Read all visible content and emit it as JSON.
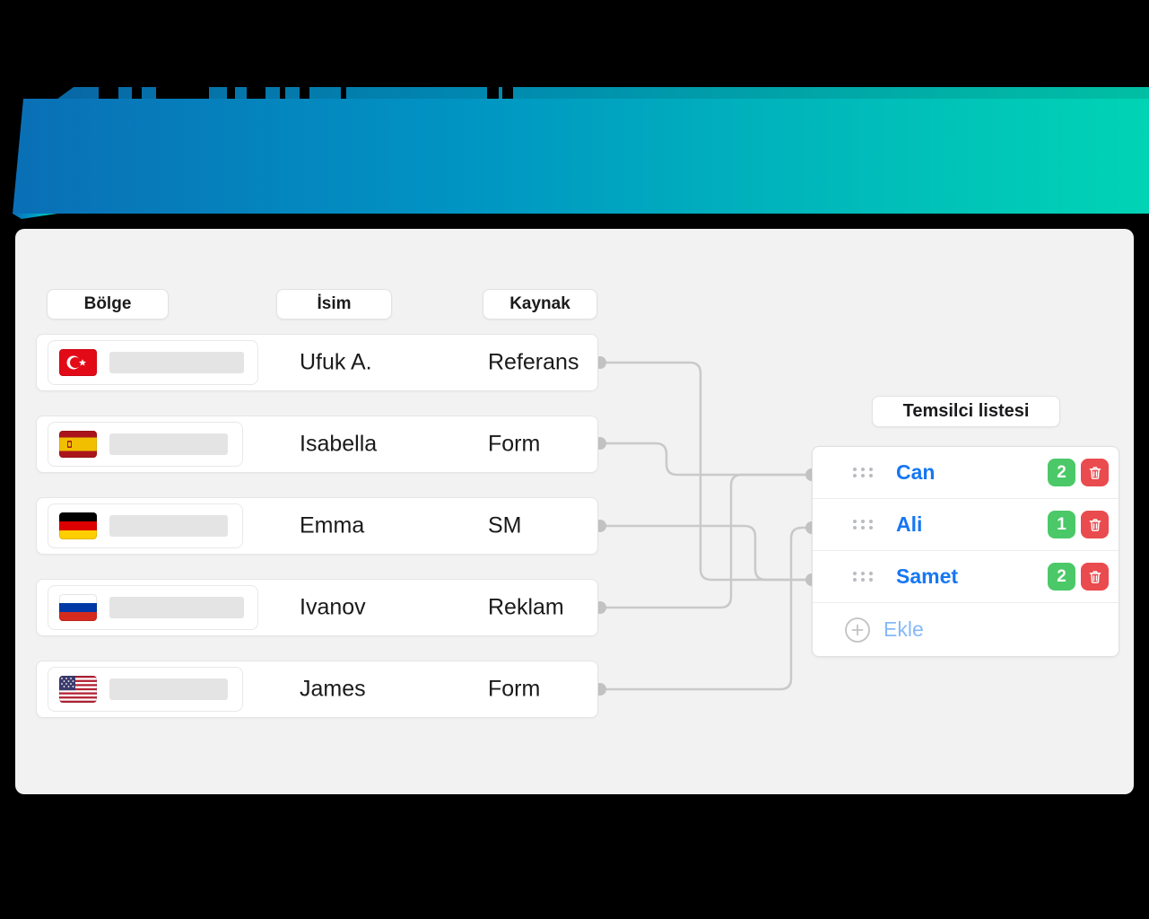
{
  "banner": {
    "gradient": [
      "#0A6FB6",
      "#0095C3",
      "#00B7BB",
      "#00D4B5"
    ],
    "gradient_dark": [
      "#0964A4",
      "#0087B0",
      "#00A5A8",
      "#00BFA4"
    ]
  },
  "leads": {
    "column_headers": {
      "region": "Bölge",
      "name": "İsim",
      "source": "Kaynak"
    },
    "rows": [
      {
        "country": "turkey",
        "name": "Ufuk A.",
        "source": "Referans",
        "assigned_to": "Samet"
      },
      {
        "country": "spain",
        "name": "Isabella",
        "source": "Form",
        "assigned_to": "Can"
      },
      {
        "country": "germany",
        "name": "Emma",
        "source": "SM",
        "assigned_to": "Samet"
      },
      {
        "country": "russia",
        "name": "Ivanov",
        "source": "Reklam",
        "assigned_to": "Can"
      },
      {
        "country": "usa",
        "name": "James",
        "source": "Form",
        "assigned_to": "Ali"
      }
    ]
  },
  "representatives": {
    "title": "Temsilci listesi",
    "items": [
      {
        "name": "Can",
        "count": "2"
      },
      {
        "name": "Ali",
        "count": "1"
      },
      {
        "name": "Samet",
        "count": "2"
      }
    ],
    "add_label": "Ekle"
  },
  "colors": {
    "page_bg": "#000000",
    "panel_bg": "#F2F2F3",
    "link_blue": "#1677F2",
    "badge_green": "#4BC868",
    "delete_red": "#E94B4E",
    "connector_gray": "#C9C9C9",
    "add_blue": "#86B9F8",
    "flag_turkey_red": "#E30A17",
    "flag_germany": [
      "#000000",
      "#DD0000",
      "#FFCE00"
    ],
    "flag_russia": [
      "#FFFFFF",
      "#0039A6",
      "#D52B1E"
    ],
    "flag_spain": [
      "#AA151B",
      "#F1BF00"
    ]
  }
}
